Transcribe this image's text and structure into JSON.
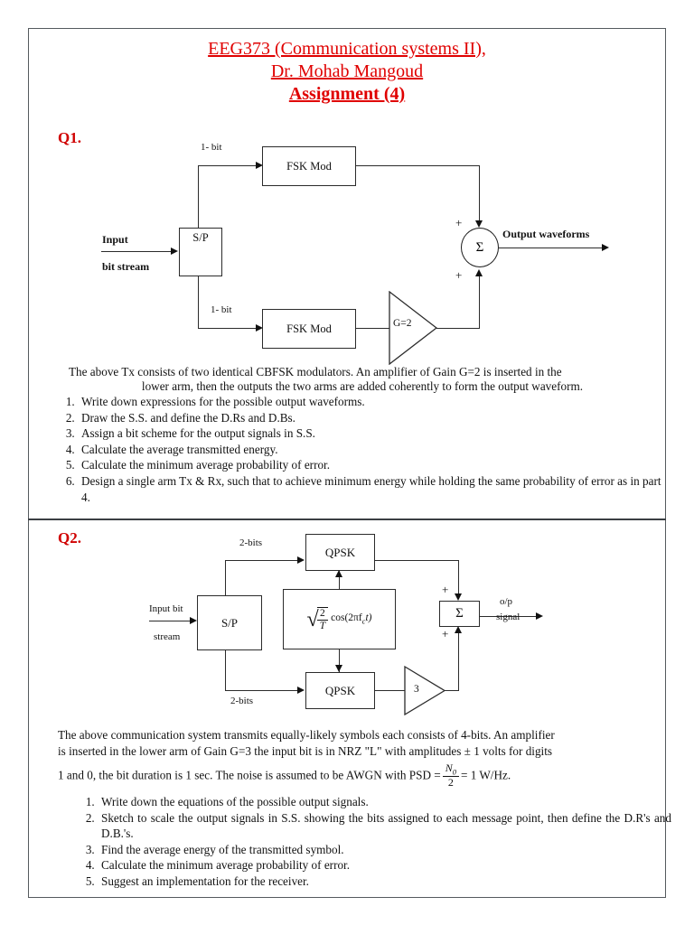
{
  "header": {
    "line1": "EEG373 (Communication systems II),",
    "line2": "Dr. Mohab Mangoud",
    "line3": "Assignment (4)",
    "color": "#e00000"
  },
  "q1": {
    "label": "Q1.",
    "diagram": {
      "top_branch_label": "1- bit",
      "bottom_branch_label": "1- bit",
      "sp_block": "S/P",
      "input_line1": "Input",
      "input_line2": "bit stream",
      "mod_top": "FSK Mod",
      "mod_bottom": "FSK Mod",
      "amp_gain": "G=2",
      "summer": "Σ",
      "plus_top": "+",
      "plus_bottom": "+",
      "output_label": "Output waveforms"
    },
    "intro_line1": "The above Tx consists of two identical CBFSK modulators. An amplifier of Gain G=2 is inserted in the",
    "intro_line2": "lower arm, then the outputs the two arms are added coherently to form the output waveform.",
    "items": [
      "Write down expressions for the possible output waveforms.",
      "Draw the S.S. and define the D.Rs and D.Bs.",
      "Assign a bit scheme for the output signals in S.S.",
      "Calculate the average transmitted energy.",
      "Calculate the minimum average probability of error.",
      "Design a single arm Tx & Rx, such that to achieve minimum energy while holding the same probability of error as in part 4."
    ]
  },
  "q2": {
    "label": "Q2.",
    "diagram": {
      "top_branch_label": "2-bits",
      "bottom_branch_label": "2-bits",
      "sp_block": "S/P",
      "input_line1": "Input bit",
      "input_line2": "stream",
      "mod_top": "QPSK",
      "mod_bottom": "QPSK",
      "carrier_sqrt_num": "2",
      "carrier_sqrt_den": "T",
      "carrier_cos": "cos(2πf",
      "carrier_cos_sub": "c",
      "carrier_cos_tail": "t)",
      "amp_gain": "3",
      "summer": "Σ",
      "plus_top": "+",
      "plus_bottom": "+",
      "output_line1": "o/p",
      "output_line2": "signal"
    },
    "intro_line1": "The above communication system transmits equally-likely symbols each consists of 4-bits. An amplifier",
    "intro_line2": "is inserted in the lower arm of Gain G=3 the input bit is in NRZ \"L\" with amplitudes ± 1 volts for digits",
    "intro_line3_a": "1 and 0, the bit duration is 1 sec. The noise is assumed to be AWGN with PSD =",
    "intro_frac_num": "N",
    "intro_frac_num_sub": "0",
    "intro_frac_den": "2",
    "intro_line3_b": "= 1 W/Hz.",
    "items": [
      "Write down the equations of the possible output signals.",
      "Sketch to scale the output signals in S.S.  showing the bits assigned to each message point, then define the D.R's and D.B.'s.",
      "Find the average energy of the transmitted symbol.",
      "Calculate the minimum average probability of error.",
      "Suggest an implementation for the receiver."
    ]
  }
}
